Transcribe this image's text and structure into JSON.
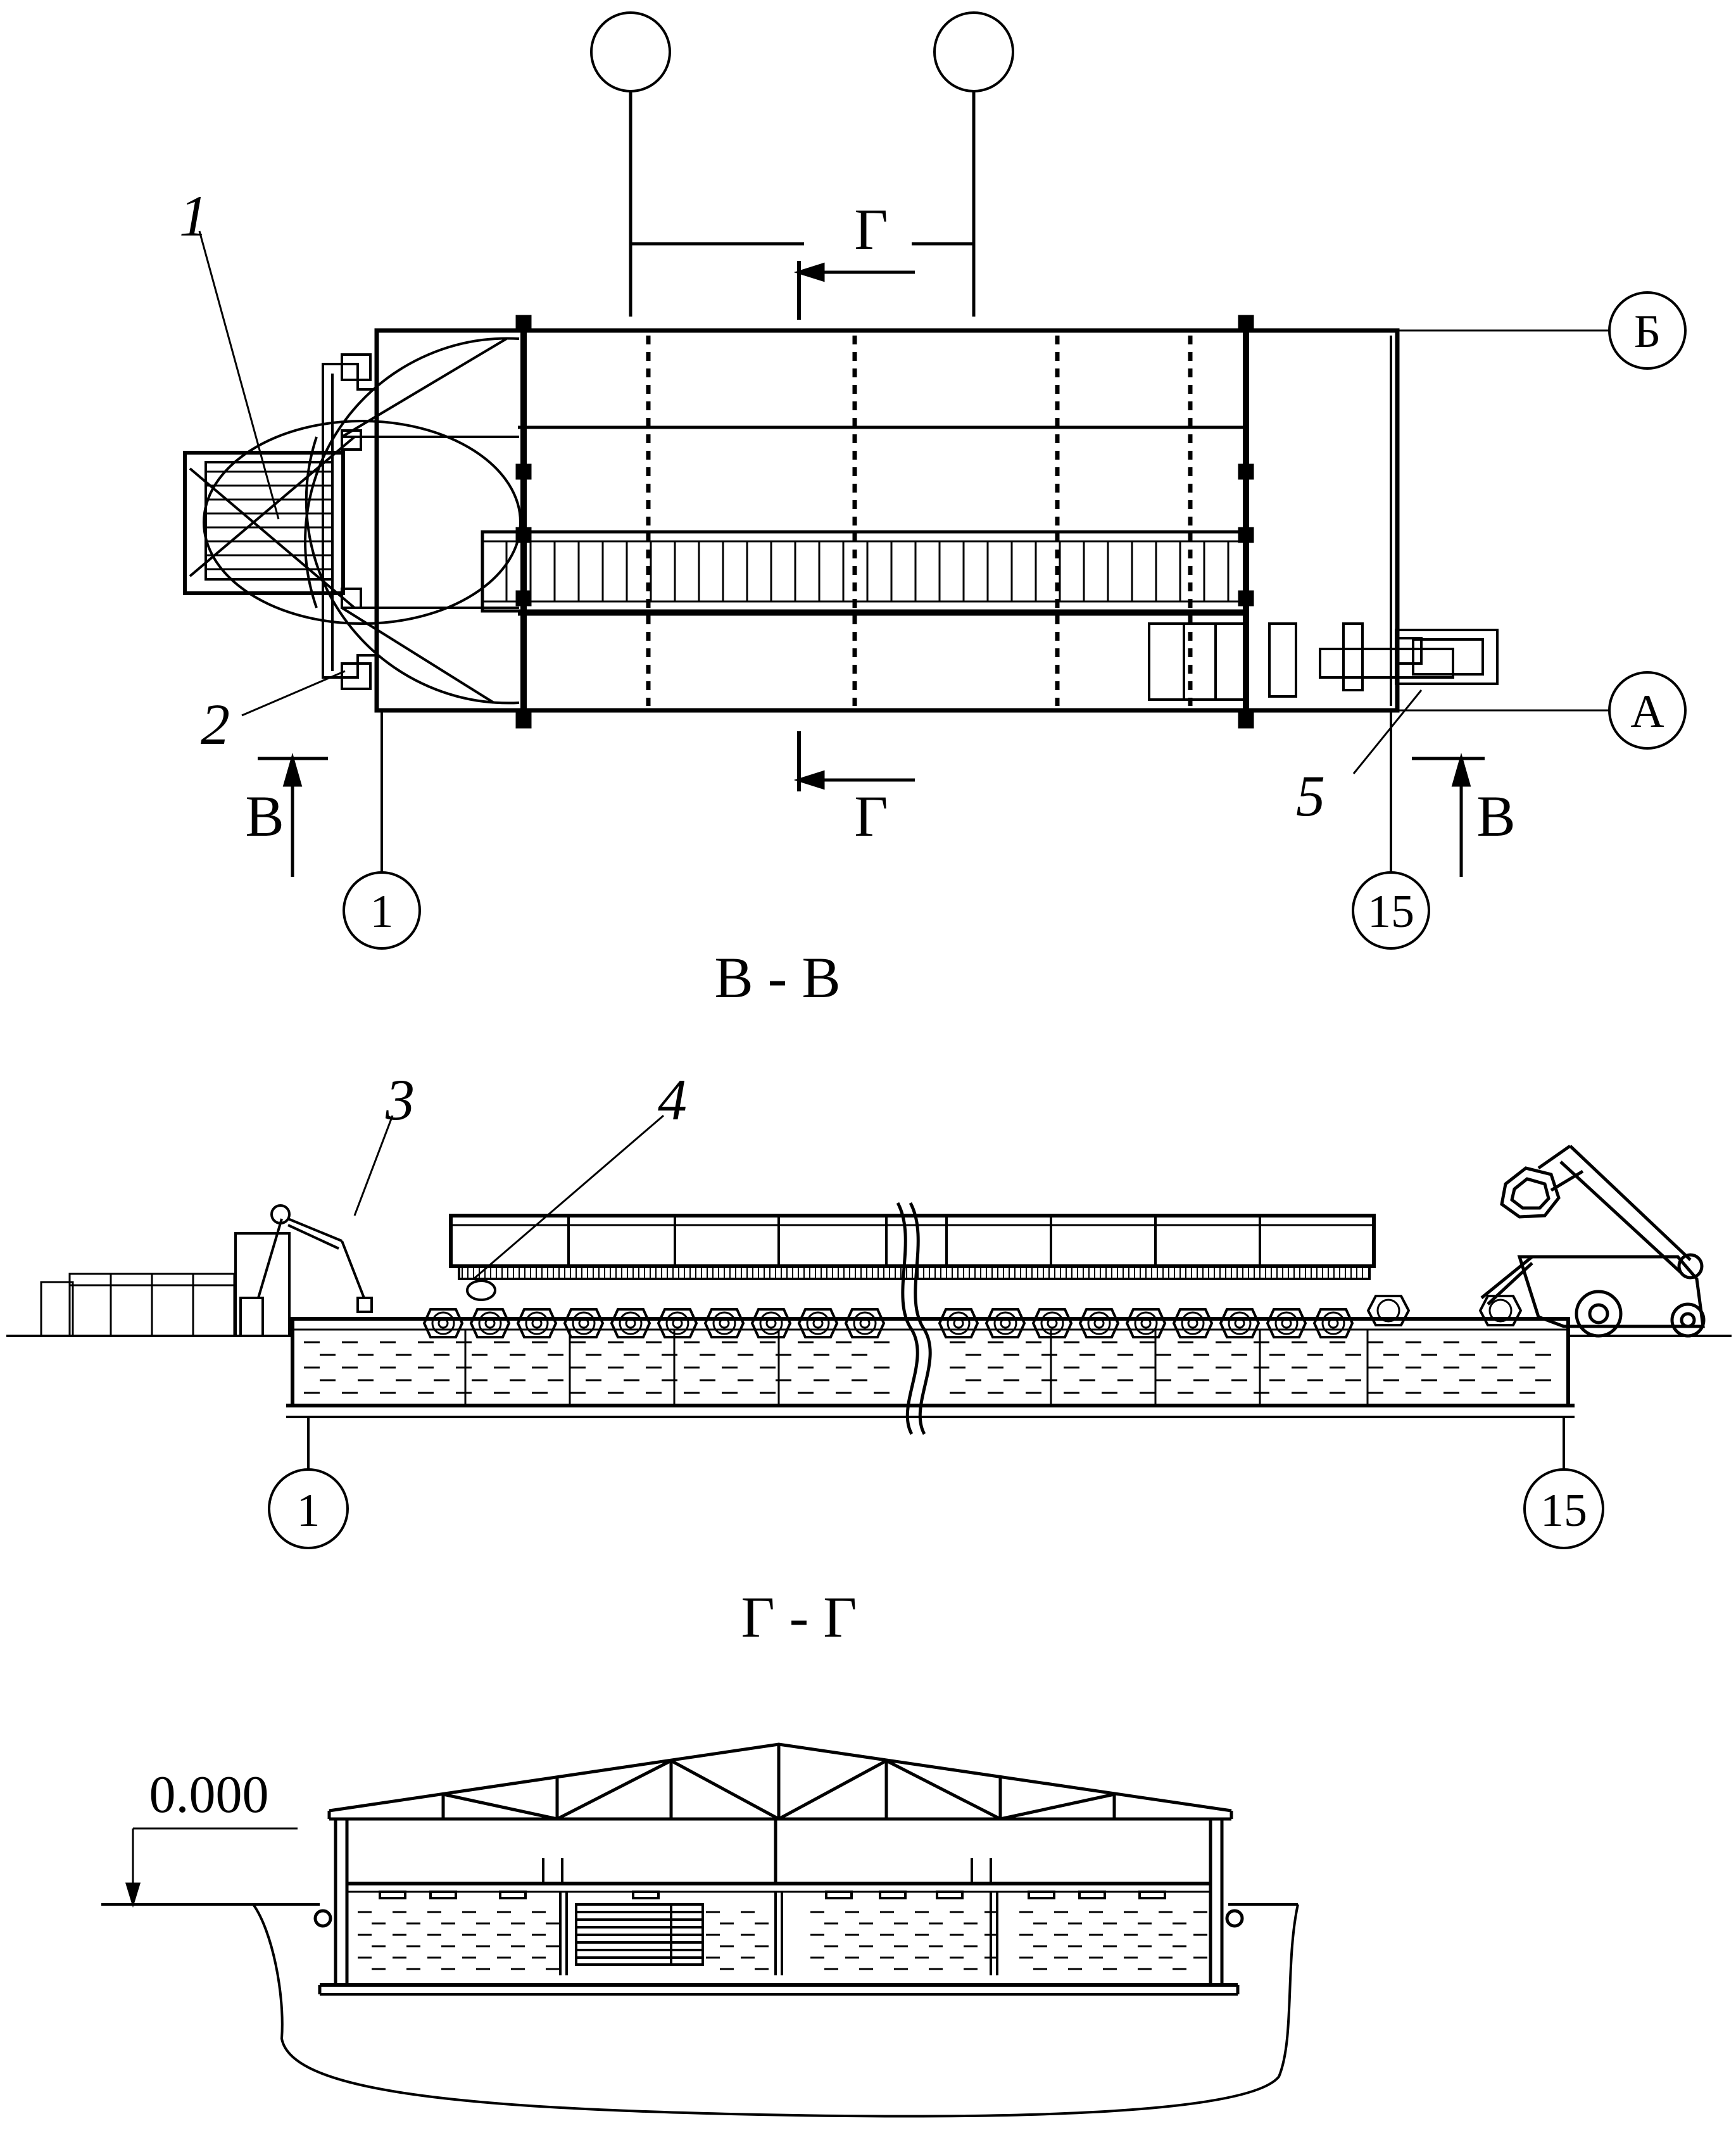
{
  "plan": {
    "grid_axes": {
      "top_left": "",
      "top_right": "",
      "row_b": "Б",
      "row_a": "А",
      "col_1": "1",
      "col_15": "15"
    },
    "section_marks": {
      "g_top": "Г",
      "g_bottom": "Г",
      "v_left": "В",
      "v_right": "В"
    },
    "callouts": {
      "c1": "1",
      "c2": "2",
      "c5": "5"
    }
  },
  "section_vv": {
    "title": "В - В",
    "callouts": {
      "c3": "3",
      "c4": "4"
    },
    "grid_axes": {
      "left": "1",
      "right": "15"
    }
  },
  "section_gg": {
    "title": "Г - Г",
    "level_mark": "0.000"
  }
}
